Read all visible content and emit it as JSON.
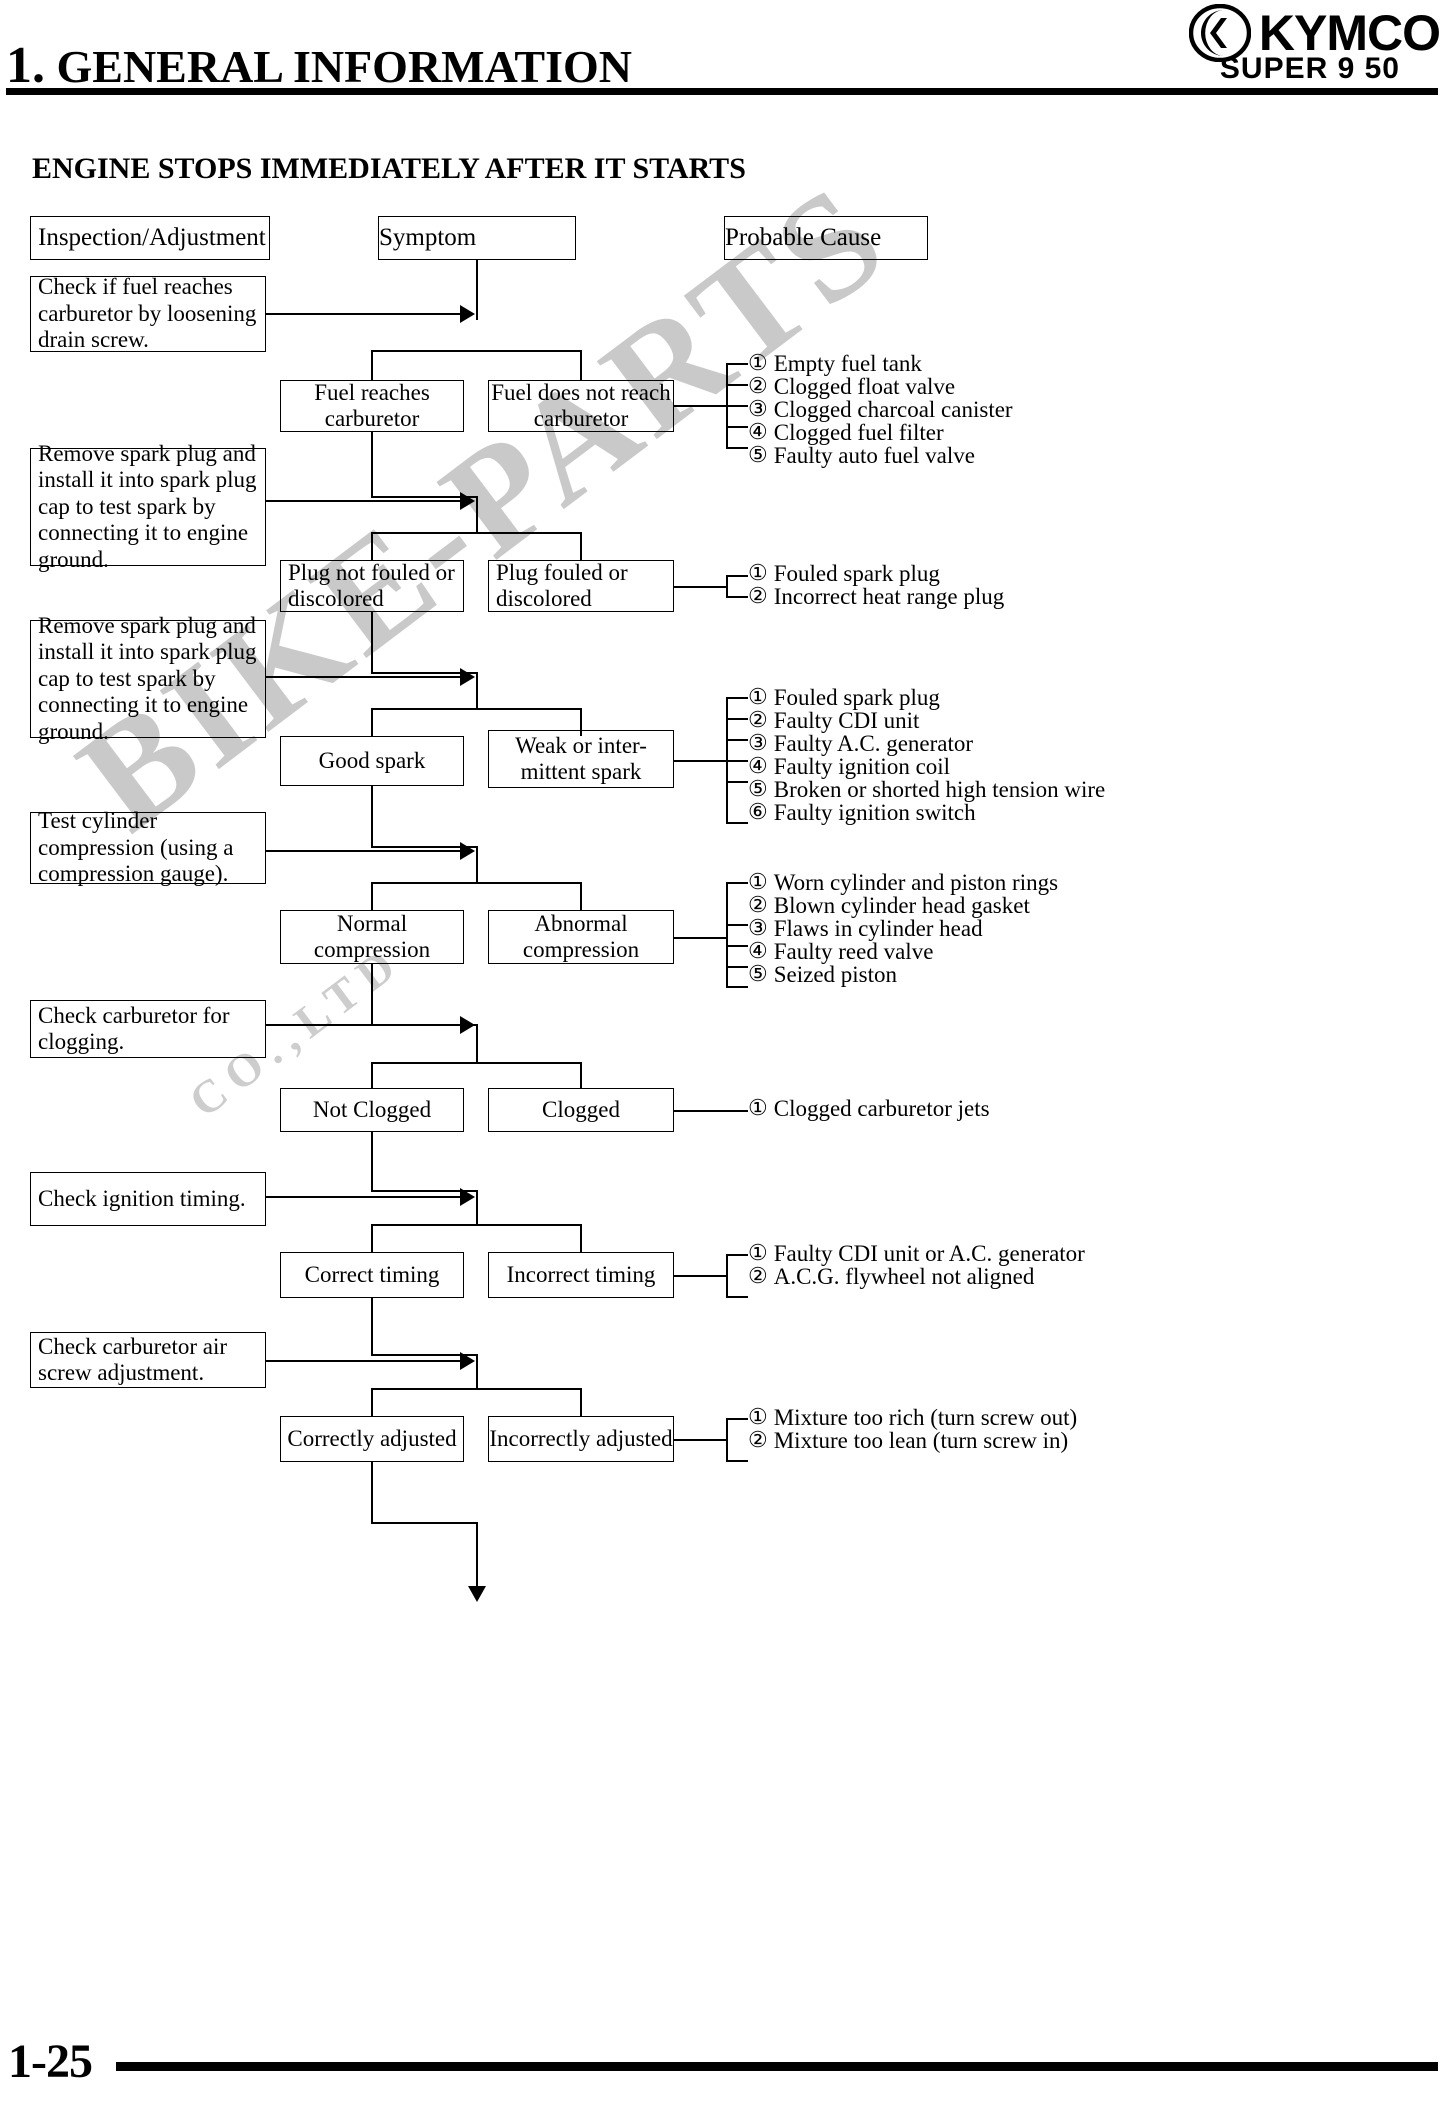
{
  "header": {
    "chapter_number": "1.",
    "chapter_title": "GENERAL INFORMATION",
    "brand": "KYMCO",
    "model": "SUPER 9   50"
  },
  "section": {
    "title": "ENGINE STOPS IMMEDIATELY AFTER IT STARTS"
  },
  "columns": {
    "inspection": "Inspection/Adjustment",
    "symptom": "Symptom",
    "cause": "Probable Cause"
  },
  "rows": [
    {
      "inspection": "Check if fuel reaches carburetor by loosening drain screw.",
      "pass": "Fuel reaches carburetor",
      "fail": "Fuel does not reach carburetor",
      "causes": [
        {
          "mark": "①",
          "text": "Empty fuel tank"
        },
        {
          "mark": "②",
          "text": "Clogged float valve"
        },
        {
          "mark": "③",
          "text": "Clogged charcoal canister"
        },
        {
          "mark": "④",
          "text": "Clogged fuel filter"
        },
        {
          "mark": "⑤",
          "text": "Faulty auto fuel valve"
        }
      ]
    },
    {
      "inspection": "Remove spark plug and install it into spark plug cap to test spark by connecting it to engine ground.",
      "pass": "Plug not fouled or discolored",
      "fail": "Plug fouled or discolored",
      "causes": [
        {
          "mark": "①",
          "text": "Fouled spark plug"
        },
        {
          "mark": "②",
          "text": "Incorrect heat range plug"
        }
      ]
    },
    {
      "inspection": "Remove spark plug and install it into spark plug cap to test spark by connecting it to engine ground.",
      "pass": "Good spark",
      "fail": "Weak or inter-mittent spark",
      "causes": [
        {
          "mark": "①",
          "text": "Fouled spark plug"
        },
        {
          "mark": "②",
          "text": "Faulty CDI unit"
        },
        {
          "mark": "③",
          "text": "Faulty A.C. generator"
        },
        {
          "mark": "④",
          "text": "Faulty ignition coil"
        },
        {
          "mark": "⑤",
          "text": "Broken or shorted high tension wire"
        },
        {
          "mark": "⑥",
          "text": "Faulty ignition switch"
        }
      ]
    },
    {
      "inspection": "Test cylinder compression (using a compression gauge).",
      "pass": "Normal compression",
      "fail": "Abnormal compression",
      "causes": [
        {
          "mark": "①",
          "text": "Worn cylinder and piston rings"
        },
        {
          "mark": "②",
          "text": "Blown cylinder head gasket"
        },
        {
          "mark": "③",
          "text": "Flaws in cylinder head"
        },
        {
          "mark": "④",
          "text": "Faulty reed valve"
        },
        {
          "mark": "⑤",
          "text": "Seized piston"
        }
      ]
    },
    {
      "inspection": "Check carburetor for clogging.",
      "pass": "Not Clogged",
      "fail": "Clogged",
      "causes": [
        {
          "mark": "①",
          "text": "Clogged carburetor jets"
        }
      ]
    },
    {
      "inspection": "Check ignition timing.",
      "pass": "Correct timing",
      "fail": "Incorrect timing",
      "causes": [
        {
          "mark": "①",
          "text": "Faulty CDI unit or A.C. generator"
        },
        {
          "mark": "②",
          "text": "A.C.G. flywheel not aligned"
        }
      ]
    },
    {
      "inspection": "Check carburetor air screw adjustment.",
      "pass": "Correctly adjusted",
      "fail": "Incorrectly adjusted",
      "causes": [
        {
          "mark": "①",
          "text": "Mixture too rich (turn screw out)"
        },
        {
          "mark": "②",
          "text": "Mixture too lean (turn screw in)"
        }
      ]
    }
  ],
  "watermark": {
    "text": "BIKE-PARTS",
    "subtext": "CO.,LTD"
  },
  "footer": {
    "page": "1-25"
  }
}
